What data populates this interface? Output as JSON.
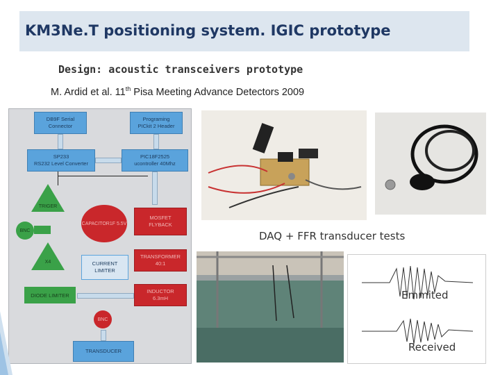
{
  "slide": {
    "title": "KM3Ne.T positioning system. IGIC prototype",
    "subtitle": "Design: acoustic transceivers prototype",
    "citation": {
      "pre": "M. Ardid et al. 11",
      "sup": "th",
      "post": " Pisa Meeting Advance Detectors 2009"
    }
  },
  "diagram": {
    "blocks": {
      "db9": [
        "DB9F Serial",
        "Connector"
      ],
      "prog": [
        "Programing",
        "PICkit 2 Header"
      ],
      "sp233": [
        "SP233",
        "RS232 Level Converter"
      ],
      "pic": [
        "PIC18F2525",
        "ucontroller 40Mhz"
      ],
      "trigger": "TRIGER",
      "bnc1": "BNC",
      "capacitor": [
        "CAPACITOR",
        "1F 5.5V"
      ],
      "mosfet": [
        "MOSFET",
        "FLYBACK"
      ],
      "x4": "X4",
      "current": [
        "CURRENT",
        "LIMITER"
      ],
      "transformer": [
        "TRANSFORMER",
        "40:1"
      ],
      "diode": "DIODE LIMITER",
      "inductor": [
        "INDUCTOR",
        "6.3mH"
      ],
      "bnc2": "BNC",
      "transducer": "TRANSDUCER"
    }
  },
  "photos": {
    "daq_caption": "DAQ + FFR transducer tests",
    "scope_emit": "Emmited",
    "scope_recv": "Received"
  },
  "colors": {
    "title_bg": "#dde6ef",
    "title_fg": "#1f3864",
    "block_blue": "#5aa3dc",
    "block_red": "#c9272b",
    "block_green": "#3aa148"
  }
}
